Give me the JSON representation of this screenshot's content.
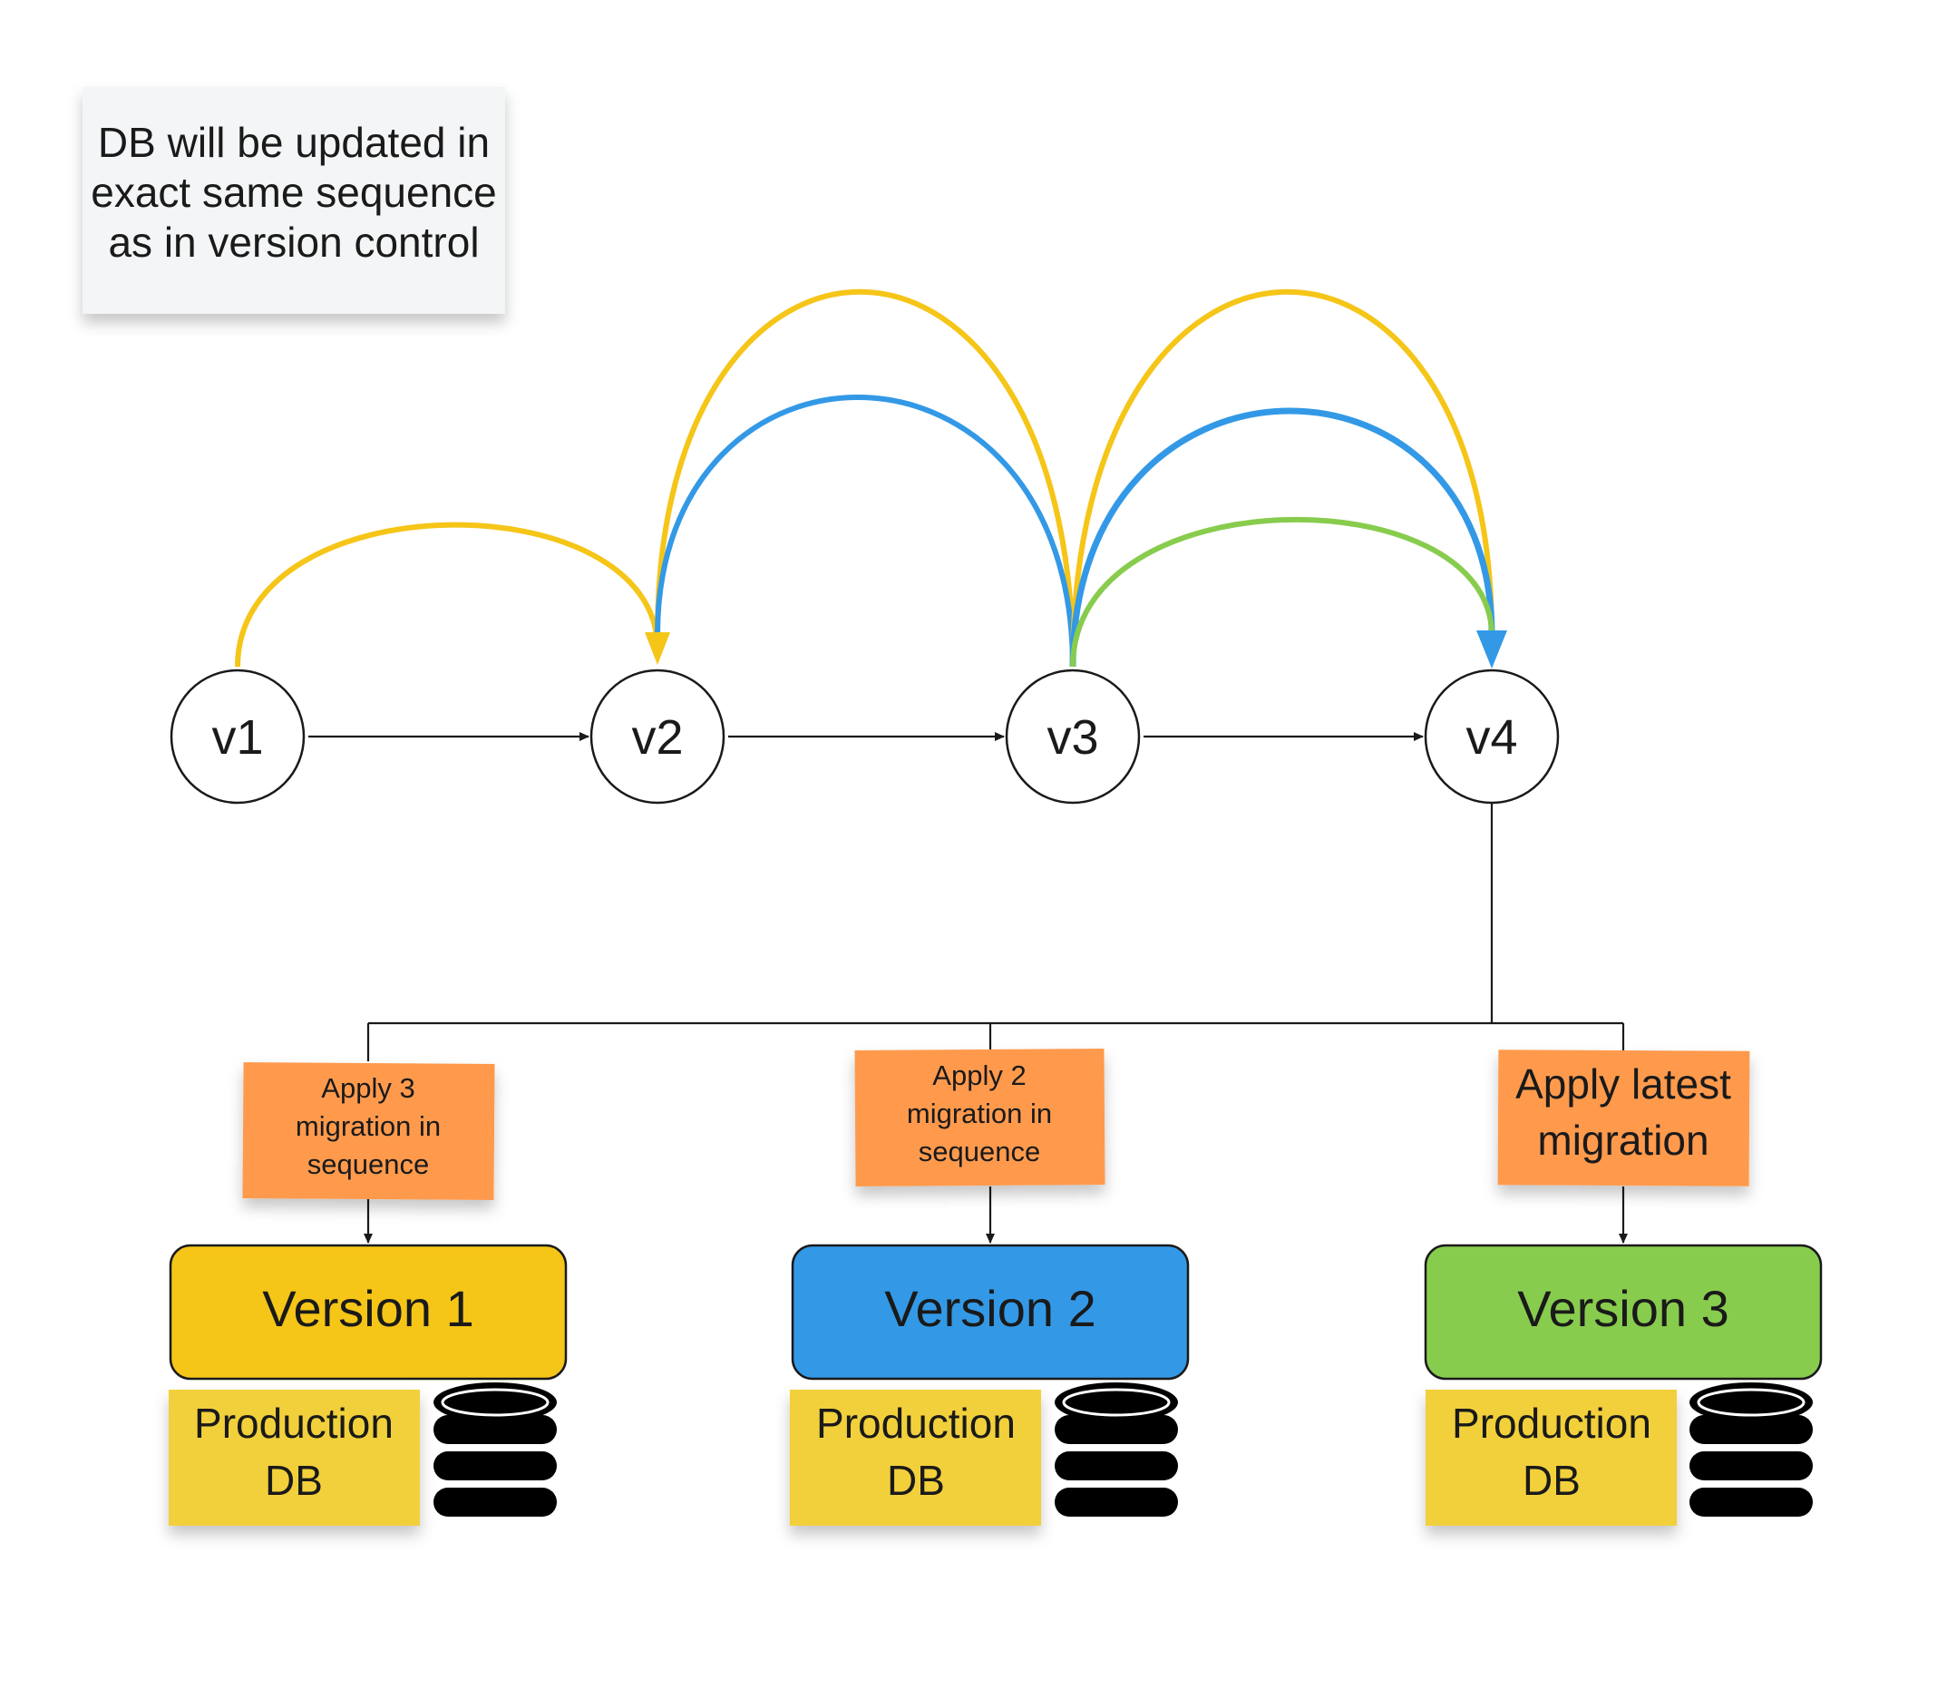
{
  "note": {
    "lines": [
      "DB will be updated in",
      "exact same sequence",
      "as in version control"
    ]
  },
  "nodes": [
    {
      "id": "v1",
      "label": "v1"
    },
    {
      "id": "v2",
      "label": "v2"
    },
    {
      "id": "v3",
      "label": "v3"
    },
    {
      "id": "v4",
      "label": "v4"
    }
  ],
  "arcs": [
    {
      "color": "#f5c518",
      "from": "v1",
      "to": "v2"
    },
    {
      "color": "#f5c518",
      "from": "v2",
      "to": "v3"
    },
    {
      "color": "#3399e6",
      "from": "v2",
      "to": "v3"
    },
    {
      "color": "#f5c518",
      "from": "v3",
      "to": "v4"
    },
    {
      "color": "#3399e6",
      "from": "v3",
      "to": "v4"
    },
    {
      "color": "#88cc4e",
      "from": "v3",
      "to": "v4"
    }
  ],
  "migrations": [
    {
      "lines": [
        "Apply 3",
        "migration in",
        "sequence"
      ],
      "color": "#ff9a4d"
    },
    {
      "lines": [
        "Apply 2",
        "migration in",
        "sequence"
      ],
      "color": "#ff9a4d"
    },
    {
      "lines": [
        "Apply latest",
        "migration"
      ],
      "color": "#ff9a4d"
    }
  ],
  "versions": [
    {
      "label": "Version 1",
      "color": "#f5c518"
    },
    {
      "label": "Version 2",
      "color": "#3399e6"
    },
    {
      "label": "Version 3",
      "color": "#88cc4e"
    }
  ],
  "db": {
    "lines": [
      "Production",
      "DB"
    ],
    "color": "#f2d03a",
    "icon": "database-icon"
  }
}
